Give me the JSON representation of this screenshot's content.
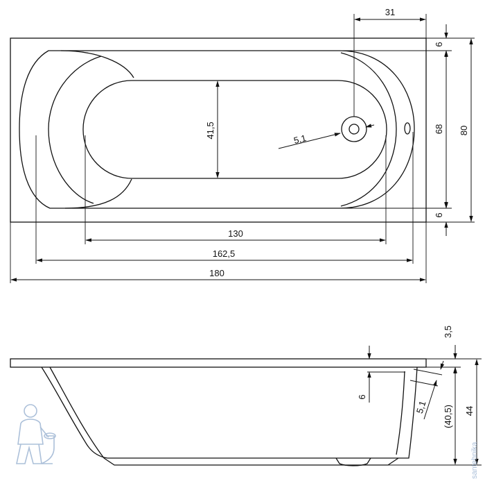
{
  "top_view": {
    "dims": {
      "total_length": "180",
      "inner_length": "162,5",
      "bottom_length": "130",
      "total_width": "80",
      "inner_width": "68",
      "rim_top": "6",
      "rim_bottom": "6",
      "drain_offset": "31",
      "drain_diameter": "5,1",
      "bottom_width": "41,5"
    }
  },
  "side_view": {
    "dims": {
      "rim_thickness": "3,5",
      "total_height": "44",
      "inner_depth": "(40,5)",
      "overflow_diameter": "5,1",
      "overflow_offset": "6"
    }
  },
  "watermark": {
    "text": "santehnika"
  },
  "colors": {
    "line": "#111111",
    "watermark": "#9db5d3"
  }
}
